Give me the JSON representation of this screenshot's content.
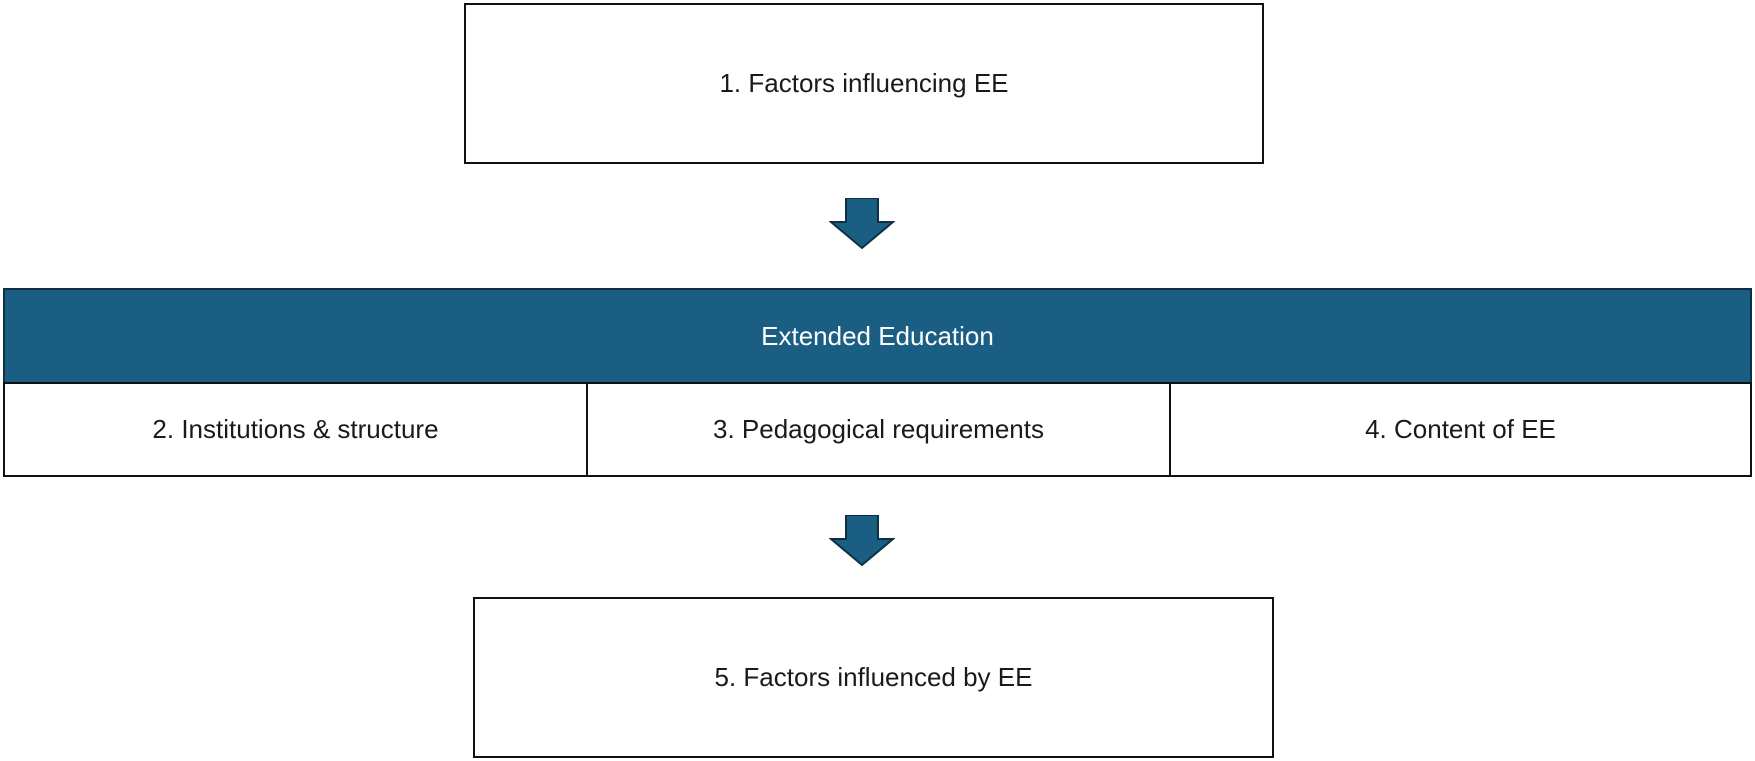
{
  "colors": {
    "accent": "#1a5f83",
    "arrow": "#1a5f83",
    "border": "#111111"
  },
  "diagram": {
    "top_box": {
      "label": "1. Factors influencing EE"
    },
    "arrow_icon": "arrow-down-icon",
    "ee": {
      "header": "Extended Education",
      "cells": [
        {
          "label": "2. Institutions & structure"
        },
        {
          "label": "3. Pedagogical requirements"
        },
        {
          "label": "4. Content of EE"
        }
      ]
    },
    "bottom_box": {
      "label": "5. Factors influenced by EE"
    }
  }
}
